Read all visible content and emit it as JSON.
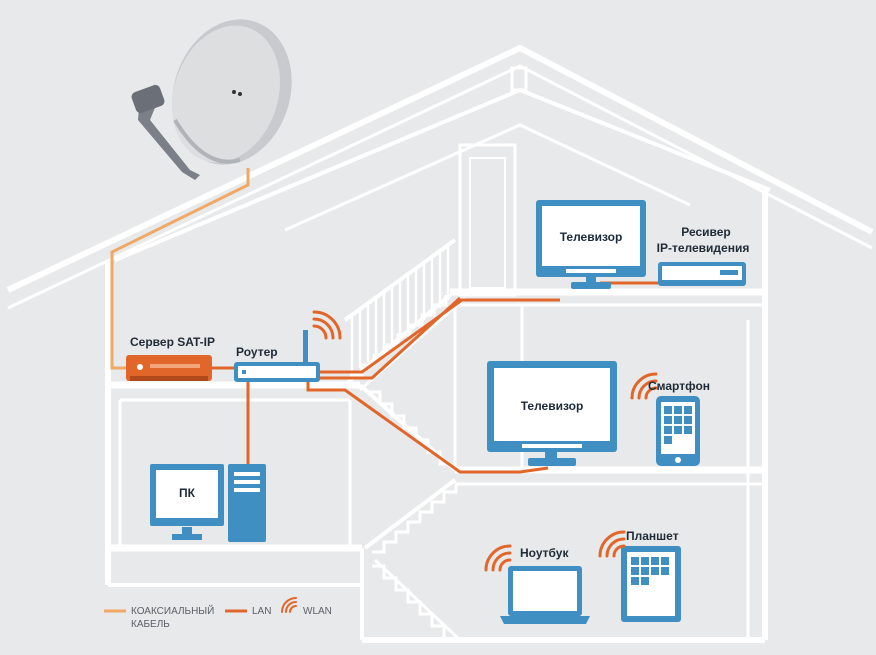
{
  "labels": {
    "sat_ip_server": "Сервер SAT-IP",
    "router": "Роутер",
    "pc": "ПК",
    "tv_top": "Телевизор",
    "receiver_line1": "Ресивер",
    "receiver_line2": "IP-телевидения",
    "tv_middle": "Телевизор",
    "smartphone": "Смартфон",
    "laptop": "Ноутбук",
    "tablet": "Планшет"
  },
  "legend": {
    "coax_line1": "КОАКСИАЛЬНЫЙ",
    "coax_line2": "КАБЕЛЬ",
    "lan": "LAN",
    "wlan": "WLAN"
  },
  "colors": {
    "background": "#e8e9ea",
    "coax": "#f0a862",
    "lan": "#e2662a",
    "wlan": "#e2662a",
    "device_blue": "#3f8fc2",
    "screen": "#ffffff",
    "server": "#e0662a",
    "house_lines": "#ffffff"
  }
}
